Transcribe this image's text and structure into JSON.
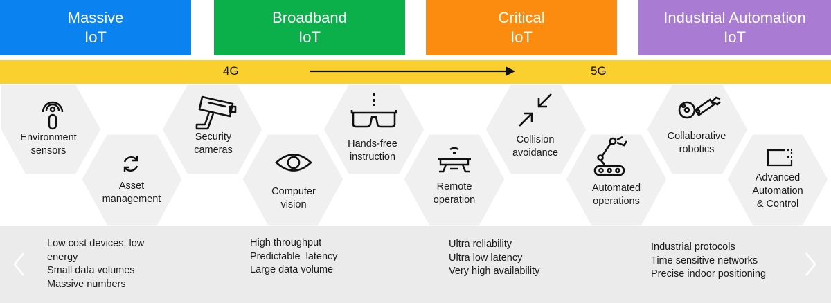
{
  "categories": [
    {
      "line1": "Massive",
      "line2": "IoT",
      "color": "#0a82f0"
    },
    {
      "line1": "Broadband",
      "line2": "IoT",
      "color": "#0bb04a"
    },
    {
      "line1": "Critical",
      "line2": "IoT",
      "color": "#fb8c10"
    },
    {
      "line1": "Industrial Automation",
      "line2": "IoT",
      "color": "#a97bd2"
    }
  ],
  "band": {
    "left": "4G",
    "right": "5G",
    "color": "#f9d02e"
  },
  "use_cases": [
    {
      "lines": [
        "Environment",
        "sensors"
      ],
      "icon": "environment-sensor-icon"
    },
    {
      "lines": [
        "Asset",
        "management"
      ],
      "icon": "refresh-cycle-icon"
    },
    {
      "lines": [
        "Security",
        "cameras"
      ],
      "icon": "security-camera-icon"
    },
    {
      "lines": [
        "Computer",
        "vision"
      ],
      "icon": "eye-icon"
    },
    {
      "lines": [
        "Hands-free",
        "instruction"
      ],
      "icon": "smart-glasses-icon"
    },
    {
      "lines": [
        "Remote",
        "operation"
      ],
      "icon": "remote-drone-icon"
    },
    {
      "lines": [
        "Collision",
        "avoidance"
      ],
      "icon": "collision-arrows-icon"
    },
    {
      "lines": [
        "Automated",
        "operations"
      ],
      "icon": "robot-arm-icon"
    },
    {
      "lines": [
        "Collaborative",
        "robotics"
      ],
      "icon": "collaborative-robot-icon"
    },
    {
      "lines": [
        "Advanced",
        "Automation",
        "& Control"
      ],
      "icon": "control-panel-icon"
    }
  ],
  "features": [
    [
      "Low cost devices, low",
      "energy",
      "Small data volumes",
      "Massive numbers"
    ],
    [
      "High throughput",
      "Predictable  latency",
      "Large data volume"
    ],
    [
      "Ultra reliability",
      "Ultra low latency",
      "Very high availability"
    ],
    [
      "Industrial protocols",
      "Time sensitive networks",
      "Precise indoor positioning"
    ]
  ],
  "nav": {
    "prev_icon": "chevron-left-icon",
    "next_icon": "chevron-right-icon"
  }
}
